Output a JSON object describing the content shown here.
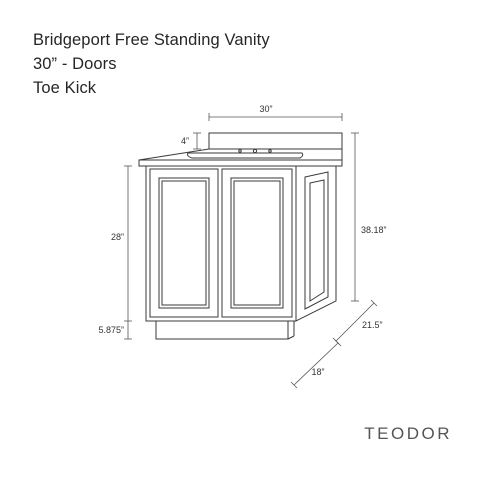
{
  "title": {
    "lines": [
      "Bridgeport Free Standing Vanity",
      "30” - Doors",
      "Toe Kick"
    ]
  },
  "dimensions": {
    "width": "30”",
    "backsplash": "4”",
    "cabinet_height": "28”",
    "toe_kick": "5.875”",
    "total_height": "38.18”",
    "depth": "21.5”",
    "door_depth": "18”"
  },
  "brand": "TEODOR",
  "colors": {
    "line": "#3a3a3a",
    "dim_line": "#555555",
    "background": "#ffffff"
  }
}
